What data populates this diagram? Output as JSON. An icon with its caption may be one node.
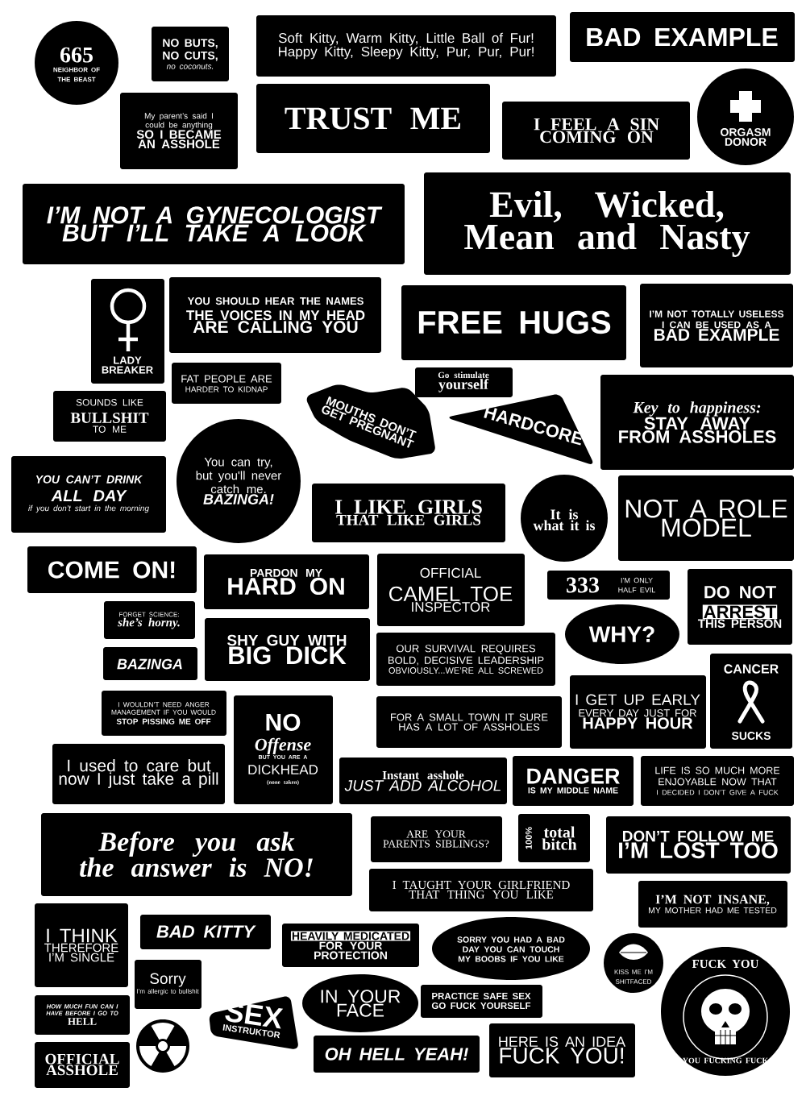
{
  "diagram": {
    "nodes": [
      {
        "text": [
          "665",
          "NEIGHBOR OF THE BEAST"
        ]
      },
      {
        "text": [
          "NO BUTS, NO CUTS,",
          "no coconuts."
        ]
      },
      {
        "text": [
          "Soft Kitty, Warm Kitty, Little Ball of Fur! Happy Kitty, Sleepy Kitty, Pur, Pur, Pur!"
        ]
      },
      {
        "text": [
          "BAD EXAMPLE"
        ]
      },
      {
        "text": [
          "My parent’s said I could be anything",
          "SO I BECAME AN ASSHOLE"
        ]
      },
      {
        "text": [
          "TRUST ME"
        ]
      },
      {
        "text": [
          "I FEEL A SIN COMING ON"
        ]
      },
      {
        "text": [
          "ORGASM DONOR"
        ]
      },
      {
        "text": [
          "I’M NOT A GYNECOLOGIST BUT I’LL TAKE A LOOK"
        ]
      },
      {
        "text": [
          "Evil, Wicked, Mean and Nasty"
        ]
      },
      {
        "text": [
          "LADY BREAKER"
        ]
      },
      {
        "text": [
          "YOU SHOULD HEAR THE NAMES",
          "THE VOICES IN MY HEAD",
          "ARE CALLING YOU"
        ]
      },
      {
        "text": [
          "FREE HUGS"
        ]
      },
      {
        "text": [
          "I’M NOT TOTALLY USELESS I CAN BE USED AS A",
          "BAD EXAMPLE"
        ]
      },
      {
        "text": [
          "FAT PEOPLE ARE",
          "HARDER TO KIDNAP"
        ]
      },
      {
        "text": [
          "Go stimulate",
          "yourself"
        ]
      },
      {
        "text": [
          "Key to happiness:",
          "STAY AWAY FROM ASSHOLES"
        ]
      },
      {
        "text": [
          "SOUNDS LIKE",
          "BULLSHIT",
          "TO ME"
        ]
      },
      {
        "text": [
          "MOUTHS DON’T GET PREGNANT"
        ]
      },
      {
        "text": [
          "HARDCORE"
        ]
      },
      {
        "text": [
          "You can try, but you'll never catch me.",
          "BAZINGA!"
        ]
      },
      {
        "text": [
          "YOU CAN’T DRINK",
          "ALL DAY",
          "if you don’t start in the morning"
        ]
      },
      {
        "text": [
          "I LIKE GIRLS",
          "THAT LIKE GIRLS"
        ]
      },
      {
        "text": [
          "It is what it is"
        ]
      },
      {
        "text": [
          "NOT A ROLE MODEL"
        ]
      },
      {
        "text": [
          "COME ON!"
        ]
      },
      {
        "text": [
          "PARDON MY",
          "HARD ON"
        ]
      },
      {
        "text": [
          "OFFICIAL",
          "CAMEL TOE",
          "INSPECTOR"
        ]
      },
      {
        "text": [
          "333",
          "I’M ONLY HALF EVIL"
        ]
      },
      {
        "text": [
          "DO NOT",
          "ARREST",
          "THIS PERSON"
        ]
      },
      {
        "text": [
          "FORGET SCIENCE:",
          "she’s horny."
        ]
      },
      {
        "text": [
          "WHY?"
        ]
      },
      {
        "text": [
          "SHY GUY WITH",
          "BIG DICK"
        ]
      },
      {
        "text": [
          "OUR SURVIVAL REQUIRES",
          "BOLD, DECISIVE LEADERSHIP",
          "OBVIOUSLY...WE’RE ALL SCREWED"
        ]
      },
      {
        "text": [
          "BAZINGA"
        ]
      },
      {
        "text": [
          "CANCER",
          "SUCKS"
        ]
      },
      {
        "text": [
          "I WOULDN’T NEED ANGER MANAGEMENT IF YOU WOULD",
          "STOP PISSING ME OFF"
        ]
      },
      {
        "text": [
          "NO",
          "Offense",
          "BUT YOU ARE A",
          "DICKHEAD",
          "(none taken)"
        ]
      },
      {
        "text": [
          "I GET UP EARLY",
          "EVERY DAY JUST FOR",
          "HAPPY HOUR"
        ]
      },
      {
        "text": [
          "FOR A SMALL TOWN IT SURE HAS A LOT OF ASSHOLES"
        ]
      },
      {
        "text": [
          "I used to care but now I just take a pill"
        ]
      },
      {
        "text": [
          "Instant asshole",
          "JUST ADD ALCOHOL"
        ]
      },
      {
        "text": [
          "DANGER",
          "IS MY MIDDLE NAME"
        ]
      },
      {
        "text": [
          "LIFE IS SO MUCH MORE ENJOYABLE NOW THAT",
          "I DECIDED I DON’T GIVE A FUCK"
        ]
      },
      {
        "text": [
          "Before you ask the answer is NO!"
        ]
      },
      {
        "text": [
          "ARE YOUR PARENTS SIBLINGS?"
        ]
      },
      {
        "text": [
          "100%",
          "total bitch"
        ]
      },
      {
        "text": [
          "DON’T FOLLOW ME",
          "I’M LOST TOO"
        ]
      },
      {
        "text": [
          "I TAUGHT YOUR GIRLFRIEND THAT THING YOU LIKE"
        ]
      },
      {
        "text": [
          "I’M NOT INSANE,",
          "MY MOTHER HAD ME TESTED"
        ]
      },
      {
        "text": [
          "I THINK",
          "THEREFORE I’M SINGLE"
        ]
      },
      {
        "text": [
          "BAD KITTY"
        ]
      },
      {
        "text": [
          "HEAVILY MEDICATED",
          "FOR YOUR PROTECTION"
        ]
      },
      {
        "text": [
          "SORRY YOU HAD A BAD DAY YOU CAN TOUCH MY BOOBS IF YOU LIKE"
        ]
      },
      {
        "text": [
          "KISS ME I’M SHITFACED"
        ]
      },
      {
        "text": [
          "FUCK YOU",
          "YOU FUCKING FUCK"
        ]
      },
      {
        "text": [
          "Sorry",
          "I’m allergic to bullshit"
        ]
      },
      {
        "text": [
          "HOW MUCH FUN CAN I HAVE BEFORE I GO TO",
          "HELL"
        ]
      },
      {
        "text": [
          "SEX",
          "INSTRUKTOR"
        ]
      },
      {
        "text": [
          "IN YOUR FACE"
        ]
      },
      {
        "text": [
          "PRACTICE SAFE SEX GO FUCK YOURSELF"
        ]
      },
      {
        "text": [],
        "shape": "circle"
      },
      {
        "text": [
          "OFFICIAL ASSHOLE"
        ]
      },
      {
        "text": [
          "OH HELL YEAH!"
        ]
      },
      {
        "text": [
          "HERE IS AN IDEA",
          "FUCK YOU!"
        ]
      }
    ]
  }
}
